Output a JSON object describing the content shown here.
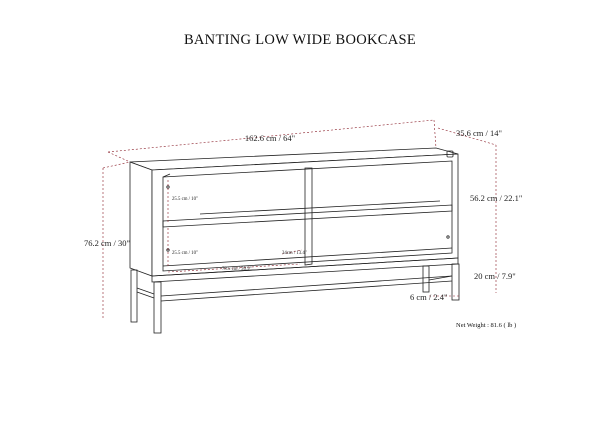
{
  "title": "BANTING LOW WIDE BOOKCASE",
  "dimensions": {
    "width": "162.6 cm / 64\"",
    "depth": "35.6 cm / 14\"",
    "height": "76.2 cm / 30\"",
    "cabinet_height": "56.2 cm / 22.1\"",
    "leg_height": "20 cm / 7.9\"",
    "leg_inset": "6 cm / 2.4\"",
    "shelf_height_upper": "25.5 cm / 10\"",
    "shelf_height_lower": "25.5 cm / 10\"",
    "shelf_width": "78.5 cm / 30.9\"",
    "shelf_depth": "34cm / 13.4\""
  },
  "net_weight": "Net Weight : 81.6 ( lb )",
  "colors": {
    "line": "#222222",
    "dim_line": "#8a1f2a"
  }
}
